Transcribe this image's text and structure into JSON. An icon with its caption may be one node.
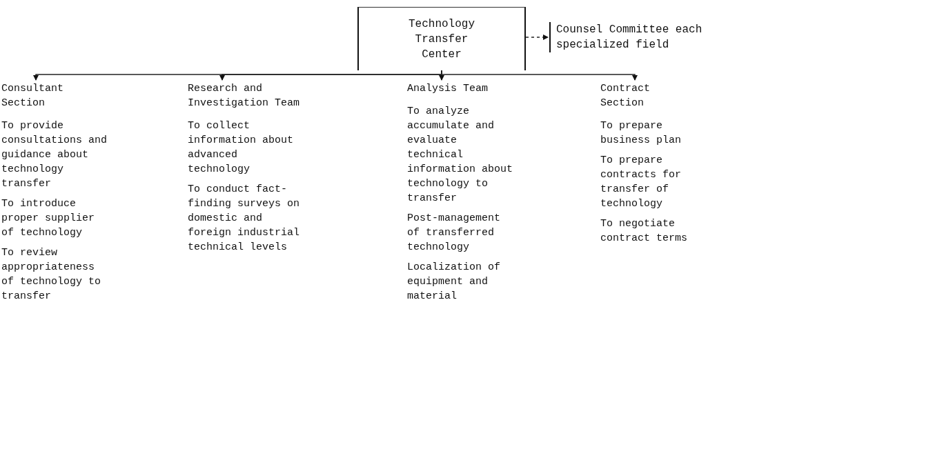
{
  "diagram": {
    "nodes": [
      {
        "text": [
          "Technology Transfer Center"
        ]
      },
      {
        "text": [
          "Counsel Committee each specialized field"
        ]
      },
      {
        "text": [
          "Consultant Section"
        ],
        "beside": [
          "To provide consultations and guidance about technology transfer",
          "To introduce proper supplier of technology",
          "To review appropriateness of technology to transfer"
        ]
      },
      {
        "text": [
          "Research and Investigation Team"
        ],
        "beside": [
          "To collect information about advanced technology",
          "To conduct fact-finding surveys on domestic and foreign industrial technical levels"
        ]
      },
      {
        "text": [
          "Analysis Team"
        ],
        "beside": [
          "To analyze accumulate and evaluate technical information about technology to transfer",
          "Post-management of transferred technology",
          "Localization of equipment and material"
        ]
      },
      {
        "text": [
          "Contract Section"
        ],
        "beside": [
          "To prepare business plan",
          "To prepare contracts for transfer of technology",
          "To negotiate contract terms"
        ]
      }
    ],
    "edges": [
      {
        "from": 0,
        "to": 1,
        "arrow": "to",
        "style": "dashed"
      },
      {
        "from": 0,
        "to": 2,
        "arrow": "to"
      },
      {
        "from": 0,
        "to": 3,
        "arrow": "to"
      },
      {
        "from": 0,
        "to": 4,
        "arrow": "to"
      },
      {
        "from": 0,
        "to": 5,
        "arrow": "to"
      }
    ]
  }
}
